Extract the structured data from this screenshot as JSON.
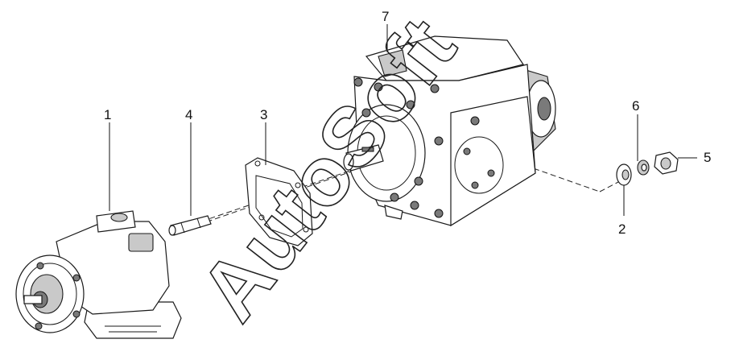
{
  "callouts": [
    {
      "id": "1",
      "text": "1"
    },
    {
      "id": "2",
      "text": "2"
    },
    {
      "id": "3",
      "text": "3"
    },
    {
      "id": "4",
      "text": "4"
    },
    {
      "id": "5",
      "text": "5"
    },
    {
      "id": "6",
      "text": "6"
    },
    {
      "id": "7",
      "text": "7"
    }
  ],
  "watermark": "AutoSoft"
}
